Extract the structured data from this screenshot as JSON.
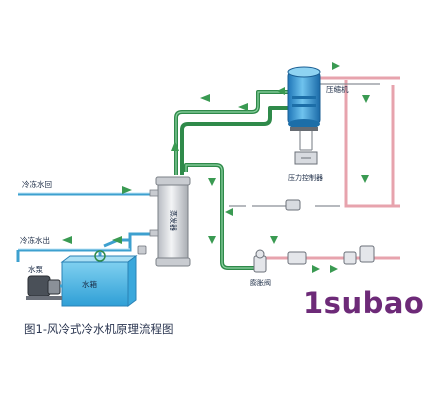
{
  "labels": {
    "compressor": "压缩机",
    "pressure_controller": "压力控制器",
    "evaporator": "蒸发器",
    "expansion_valve": "膨胀阀",
    "chilled_water_return": "冷冻水回",
    "chilled_water_out": "冷冻水出",
    "water_pump": "水泵",
    "water_tank": "水箱"
  },
  "caption": "图1-风冷式冷水机原理流程图",
  "watermark": "1subao",
  "colors": {
    "water_line": "#3da0cf",
    "refrigerant_high": "#e7a3ad",
    "refrigerant_low": "#2f8a4a",
    "green_arrow": "#3a9a52",
    "compressor_blue": "#2a8fd0"
  }
}
